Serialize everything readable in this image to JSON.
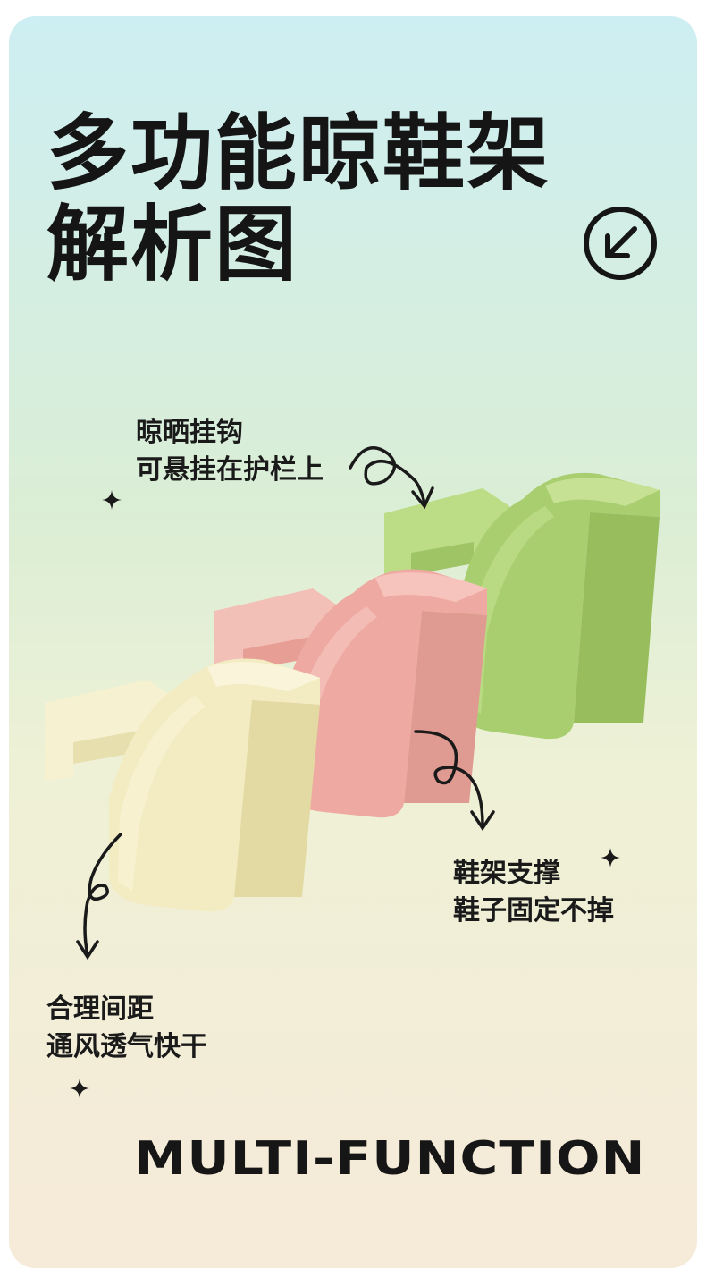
{
  "title": {
    "line1": "多功能晾鞋架",
    "line2": "解析图"
  },
  "badge_icon": "arrow-down-left-circle-icon",
  "callouts": {
    "hanging_hook": {
      "line1": "晾晒挂钩",
      "line2": "可悬挂在护栏上"
    },
    "shoe_support": {
      "line1": "鞋架支撑",
      "line2": "鞋子固定不掉"
    },
    "spacing": {
      "line1": "合理间距",
      "line2": "通风透气快干"
    }
  },
  "footer": {
    "text": "MULTI-FUNCTION"
  },
  "colors": {
    "title": "#151515",
    "hook_cream": "#f3ecc2",
    "hook_pink": "#eeaaa2",
    "hook_green": "#a9ce6f",
    "background_top": "#cdeef2",
    "background_bottom": "#f6ead8"
  }
}
